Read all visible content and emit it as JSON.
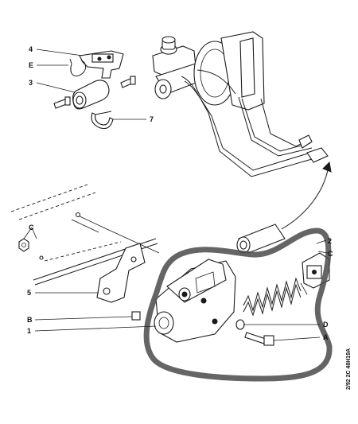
{
  "labels": {
    "l4": "4",
    "lE": "E",
    "l3": "3",
    "l7": "7",
    "lC_left": "C",
    "l5": "5",
    "lB": "B",
    "l1": "1",
    "l2": "2",
    "lC_right": "C",
    "lD": "D",
    "lA": "A"
  },
  "reference_code": "2/92 2C 48H19A",
  "colors": {
    "ink": "#1a1a1a",
    "marker": "#4a4a4a",
    "paper": "#ffffff"
  }
}
